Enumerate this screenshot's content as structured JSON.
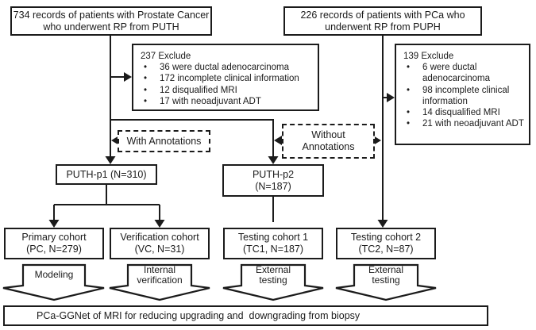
{
  "colors": {
    "ink": "#1b1b1b",
    "background": "#ffffff"
  },
  "sources": {
    "puth": "734 records of patients with Prostate Cancer who underwent RP from PUTH",
    "puph": "226 records of patients with PCa who underwent RP from PUPH"
  },
  "exclude_left": {
    "title": "237 Exclude",
    "items": [
      "36 were ductal adenocarcinoma",
      "172 incomplete clinical information",
      "12 disqualified MRI",
      "17 with neoadjuvant ADT"
    ]
  },
  "exclude_right": {
    "title": "139 Exclude",
    "items": [
      "6 were ductal adenocarcinoma",
      "98 incomplete clinical information",
      "14 disqualified MRI",
      "21 with neoadjuvant ADT"
    ]
  },
  "annotations": {
    "with_label": "With Annotations",
    "without_lines": [
      "Without",
      "Annotations"
    ]
  },
  "flow_boxes": {
    "puth_p1": {
      "label": "PUTH-p1 (N=310)"
    },
    "puth_p2": {
      "lines": [
        "PUTH-p2",
        "(N=187)"
      ]
    },
    "primary": {
      "lines": [
        "Primary cohort",
        "(PC, N=279)"
      ]
    },
    "verification": {
      "lines": [
        "Verification cohort",
        "(VC, N=31)"
      ]
    },
    "testing1": {
      "lines": [
        "Testing cohort 1",
        "(TC1, N=187)"
      ]
    },
    "testing2": {
      "lines": [
        "Testing cohort 2",
        "(TC2, N=87)"
      ]
    }
  },
  "process_arrows": {
    "modeling": {
      "lines": [
        "Modeling"
      ]
    },
    "internal": {
      "lines": [
        "Internal",
        "verification"
      ]
    },
    "external1": {
      "lines": [
        "External",
        "testing"
      ]
    },
    "external2": {
      "lines": [
        "External",
        "testing"
      ]
    }
  },
  "final": {
    "label": "PCa-GGNet of MRI for reducing upgrading and  downgrading from biopsy"
  }
}
